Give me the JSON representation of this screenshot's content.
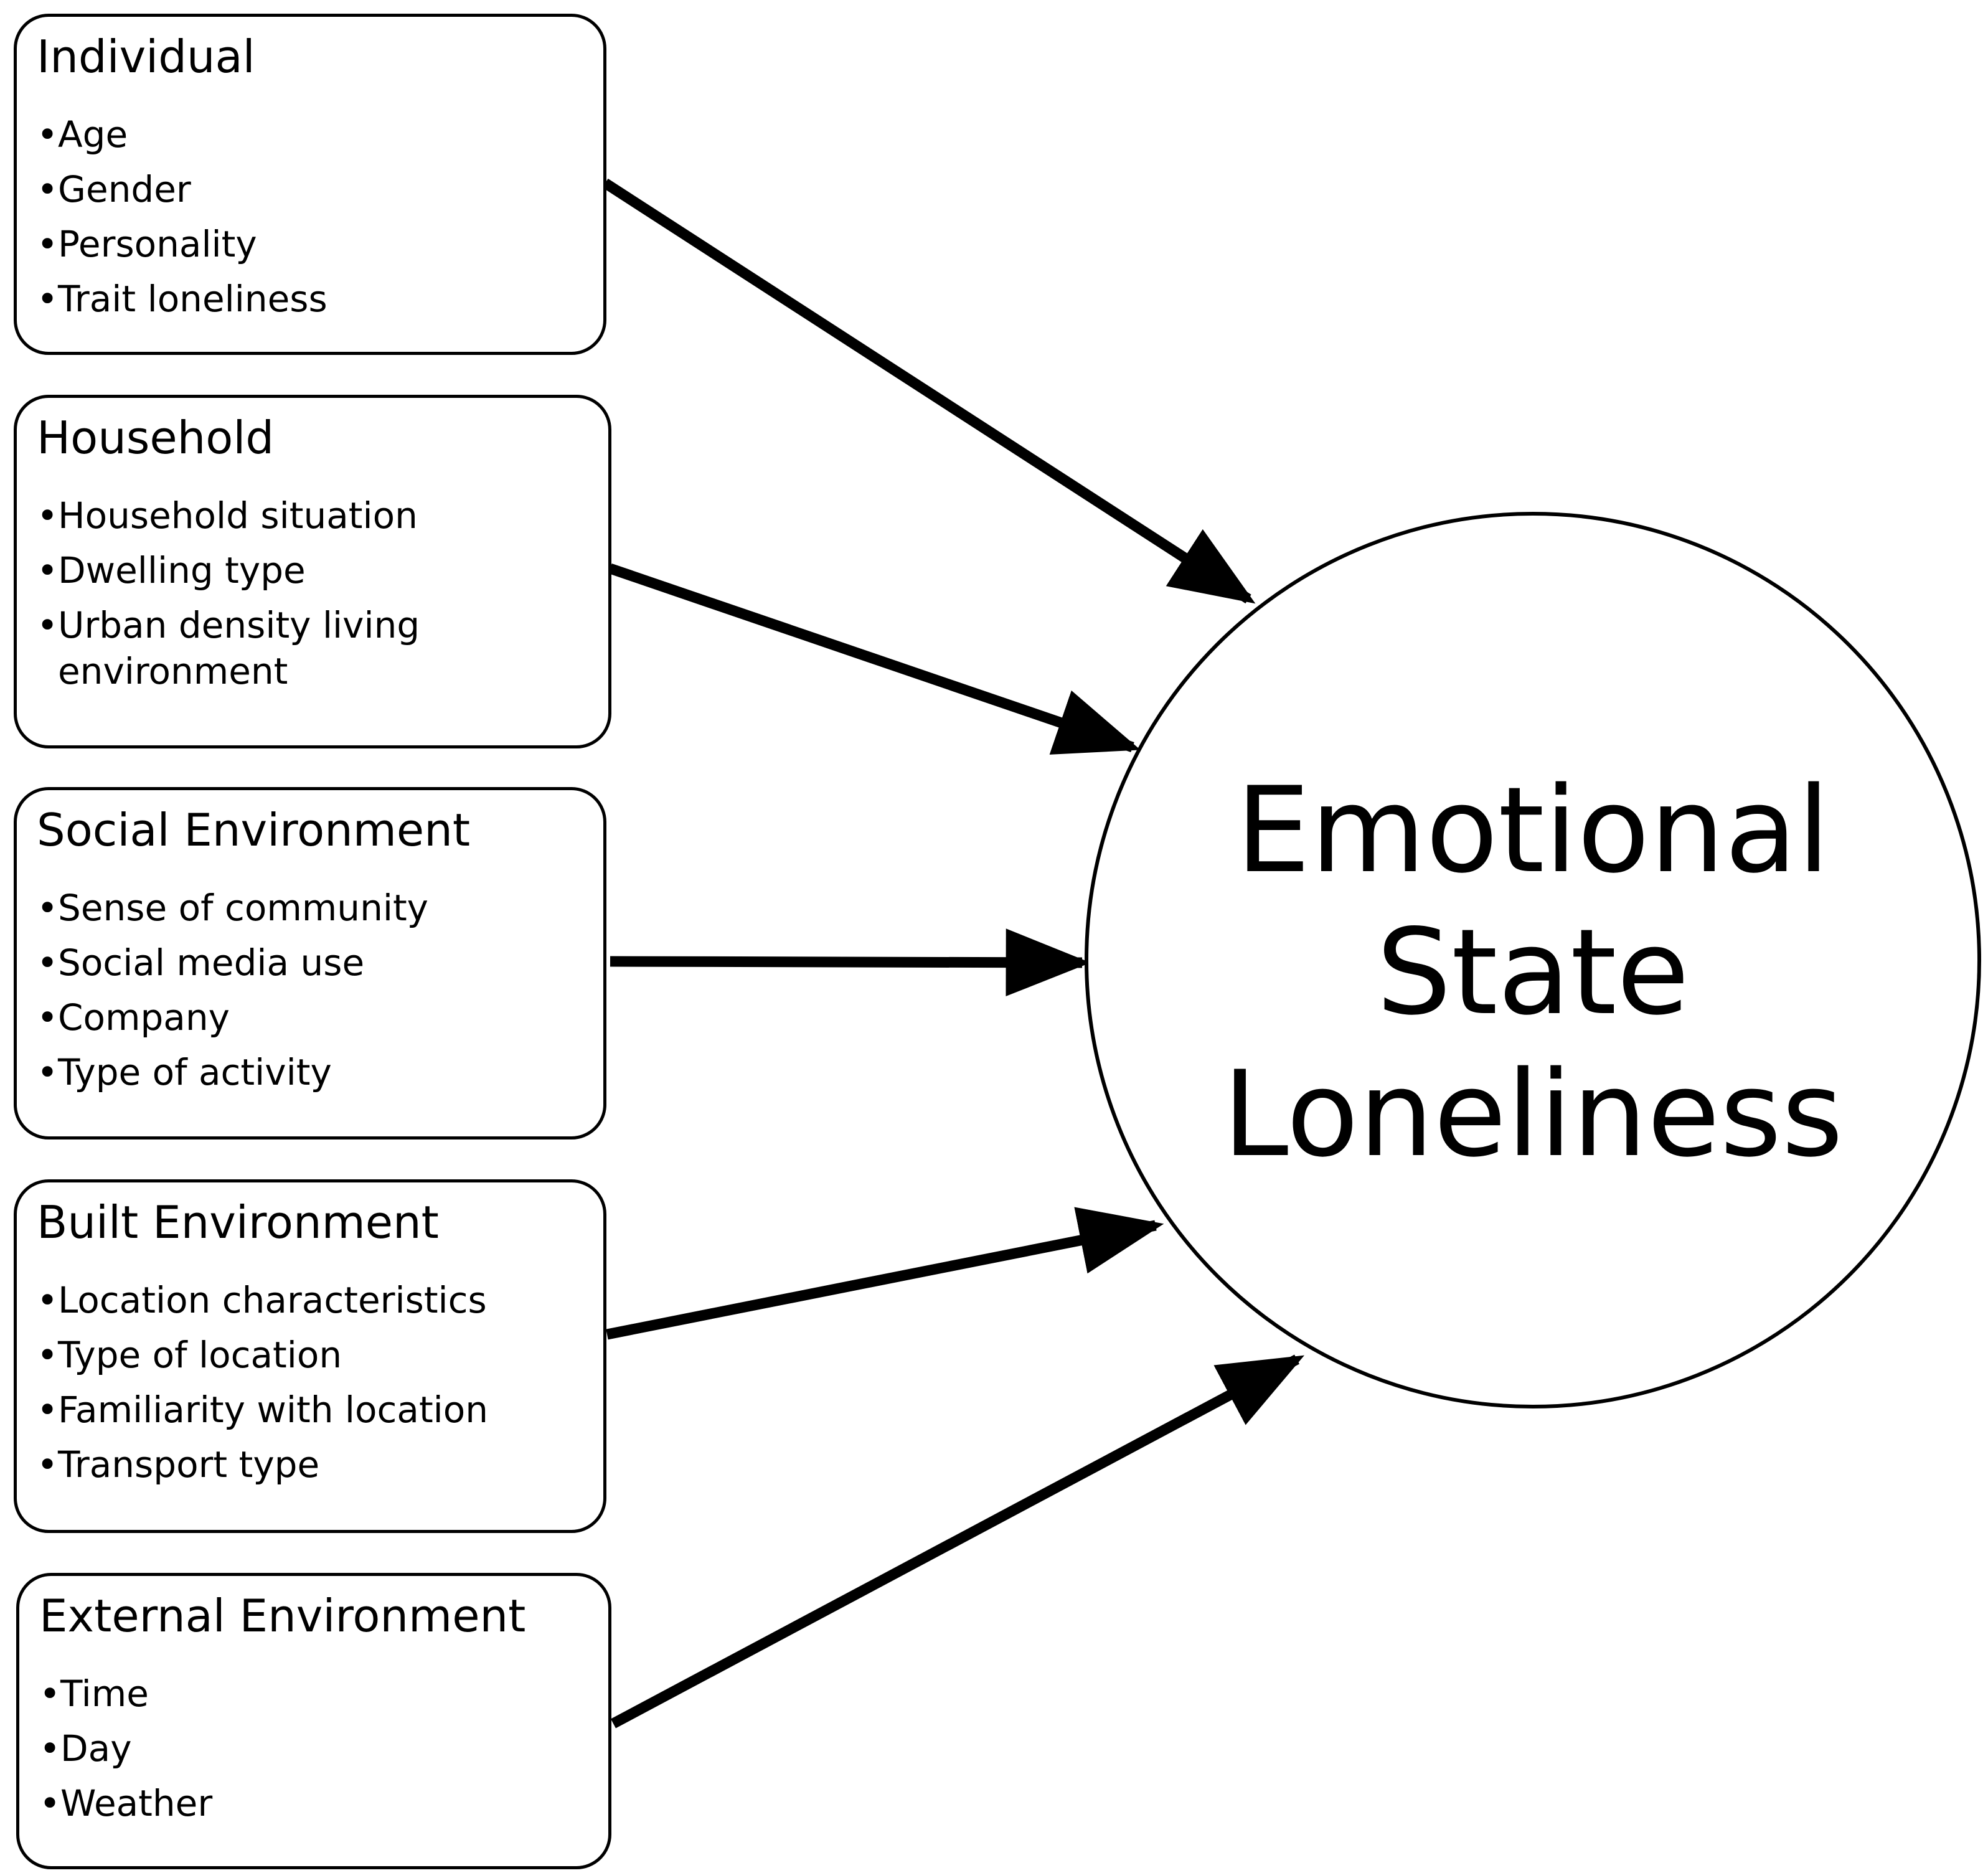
{
  "outcome": {
    "lines": [
      "Emotional",
      "State",
      "Loneliness"
    ]
  },
  "factors": [
    {
      "title": "Individual",
      "items": [
        "Age",
        "Gender",
        "Personality",
        "Trait loneliness"
      ]
    },
    {
      "title": "Household",
      "items": [
        "Household situation",
        "Dwelling type",
        "Urban density living environment"
      ]
    },
    {
      "title": "Social Environment",
      "items": [
        "Sense of community",
        "Social media use",
        "Company",
        "Type of activity"
      ]
    },
    {
      "title": "Built Environment",
      "items": [
        "Location characteristics",
        "Type of location",
        "Familiarity with location",
        "Transport type"
      ]
    },
    {
      "title": "External Environment",
      "items": [
        "Time",
        "Day",
        "Weather"
      ]
    }
  ]
}
